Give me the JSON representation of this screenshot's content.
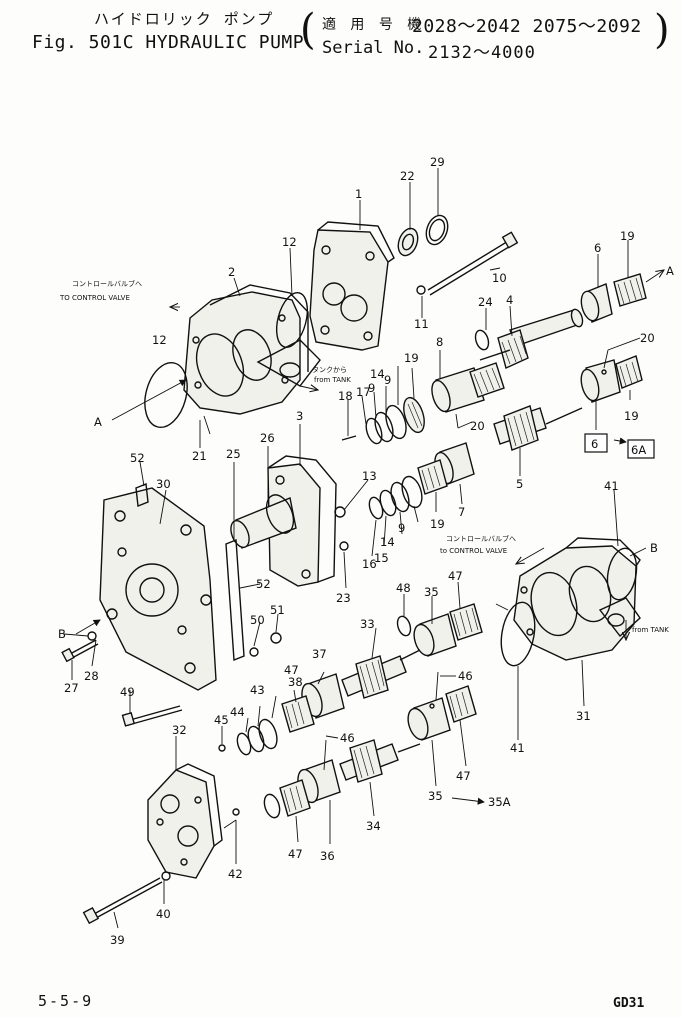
{
  "header": {
    "jp_title": "ハイドロリック ポンプ",
    "en_title": "Fig. 501C HYDRAULIC PUMP",
    "jp_model_label": "適 用 号 機",
    "model_ranges": "2028～2042 2075～2092",
    "serial_label": "Serial No.",
    "serial_range": "2132～4000"
  },
  "footer": {
    "page_code": "5-5-9",
    "drawing_code": "GD31"
  },
  "annotations": {
    "control_valve_jp": "コントロールバルブへ",
    "control_valve_en": "TO CONTROL VALVE",
    "control_valve_en_right": "to CONTROL VALVE",
    "tank_jp": "タンクから",
    "tank_en": "from TANK",
    "tank_en_right": "from TANK",
    "arrow_a_left": "A",
    "arrow_a_right": "A",
    "arrow_b_left": "B",
    "arrow_b_right": "B",
    "ref_6a": "6A",
    "ref_35a": "35A"
  },
  "parts": [
    {
      "no": "1"
    },
    {
      "no": "2"
    },
    {
      "no": "3"
    },
    {
      "no": "4"
    },
    {
      "no": "5"
    },
    {
      "no": "6"
    },
    {
      "no": "7"
    },
    {
      "no": "8"
    },
    {
      "no": "9"
    },
    {
      "no": "10"
    },
    {
      "no": "11"
    },
    {
      "no": "12"
    },
    {
      "no": "13"
    },
    {
      "no": "14"
    },
    {
      "no": "15"
    },
    {
      "no": "16"
    },
    {
      "no": "17"
    },
    {
      "no": "18"
    },
    {
      "no": "19"
    },
    {
      "no": "20"
    },
    {
      "no": "21"
    },
    {
      "no": "22"
    },
    {
      "no": "23"
    },
    {
      "no": "24"
    },
    {
      "no": "25"
    },
    {
      "no": "26"
    },
    {
      "no": "27"
    },
    {
      "no": "28"
    },
    {
      "no": "29"
    },
    {
      "no": "30"
    },
    {
      "no": "31"
    },
    {
      "no": "32"
    },
    {
      "no": "33"
    },
    {
      "no": "34"
    },
    {
      "no": "35"
    },
    {
      "no": "36"
    },
    {
      "no": "37"
    },
    {
      "no": "38"
    },
    {
      "no": "39"
    },
    {
      "no": "40"
    },
    {
      "no": "41"
    },
    {
      "no": "42"
    },
    {
      "no": "43"
    },
    {
      "no": "44"
    },
    {
      "no": "45"
    },
    {
      "no": "46"
    },
    {
      "no": "47"
    },
    {
      "no": "48"
    },
    {
      "no": "49"
    },
    {
      "no": "50"
    },
    {
      "no": "51"
    },
    {
      "no": "52"
    }
  ]
}
